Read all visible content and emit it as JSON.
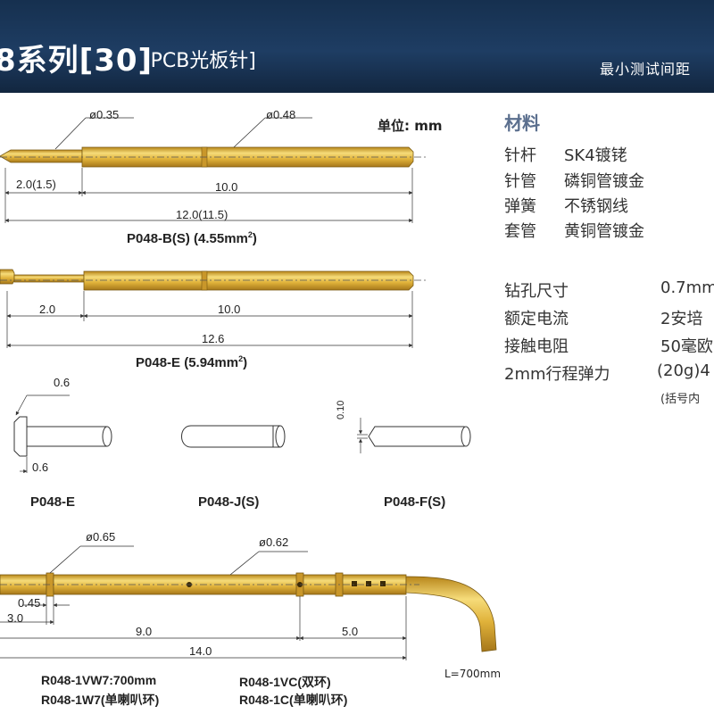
{
  "header": {
    "series_title": "8系列[30]",
    "subtitle": "[PCB光板针]",
    "min_spacing": "最小测试间距"
  },
  "unit": "单位: mm",
  "materials": {
    "title": "材料",
    "rows": [
      {
        "name": "针杆",
        "value": "SK4镀铑"
      },
      {
        "name": "针管",
        "value": "磷铜管镀金"
      },
      {
        "name": "弹簧",
        "value": "不锈钢线"
      },
      {
        "name": "套管",
        "value": "黄铜管镀金"
      }
    ]
  },
  "specs": [
    {
      "name": "钻孔尺寸",
      "value": "0.7mm"
    },
    {
      "name": "额定电流",
      "value": "2安培"
    },
    {
      "name": "接触电阻",
      "value": "50毫欧"
    },
    {
      "name": "2mm行程弹力",
      "value": "(20g)4"
    }
  ],
  "spec_note": "(括号内",
  "probe1": {
    "tip_diameter": "ø0.35",
    "body_diameter": "ø0.48",
    "dim_a": "2.0(1.5)",
    "dim_b": "10.0",
    "dim_total": "12.0(11.5)",
    "model_name": "P048-B(S) (4.55mm",
    "model_sup": "2",
    "model_close": ")"
  },
  "probe2": {
    "dim_a": "2.0",
    "dim_b": "10.0",
    "dim_total": "12.6",
    "model_name": "P048-E (5.94mm",
    "model_sup": "2",
    "model_close": ")"
  },
  "tips": {
    "e_top": "0.6",
    "e_bottom": "0.6",
    "f_dim": "0.10",
    "labels": [
      "P048-E",
      "P048-J(S)",
      "P048-F(S)"
    ]
  },
  "receptacle": {
    "dia_1": "ø0.65",
    "dia_2": "ø0.62",
    "dim_045": "0.45",
    "dim_30": "3.0",
    "dim_90": "9.0",
    "dim_50": "5.0",
    "dim_140": "14.0",
    "wire_length": "L=700mm",
    "models": [
      "R048-1VW7:700mm",
      "R048-1W7(单喇叭环)",
      "R048-1VC(双环)",
      "R048-1C(单喇叭环)"
    ]
  },
  "colors": {
    "header_bg": "#1e3d63",
    "gold": "#d8a92c",
    "gold_light": "#f6dc7a",
    "material_title": "#5b6f8e"
  }
}
